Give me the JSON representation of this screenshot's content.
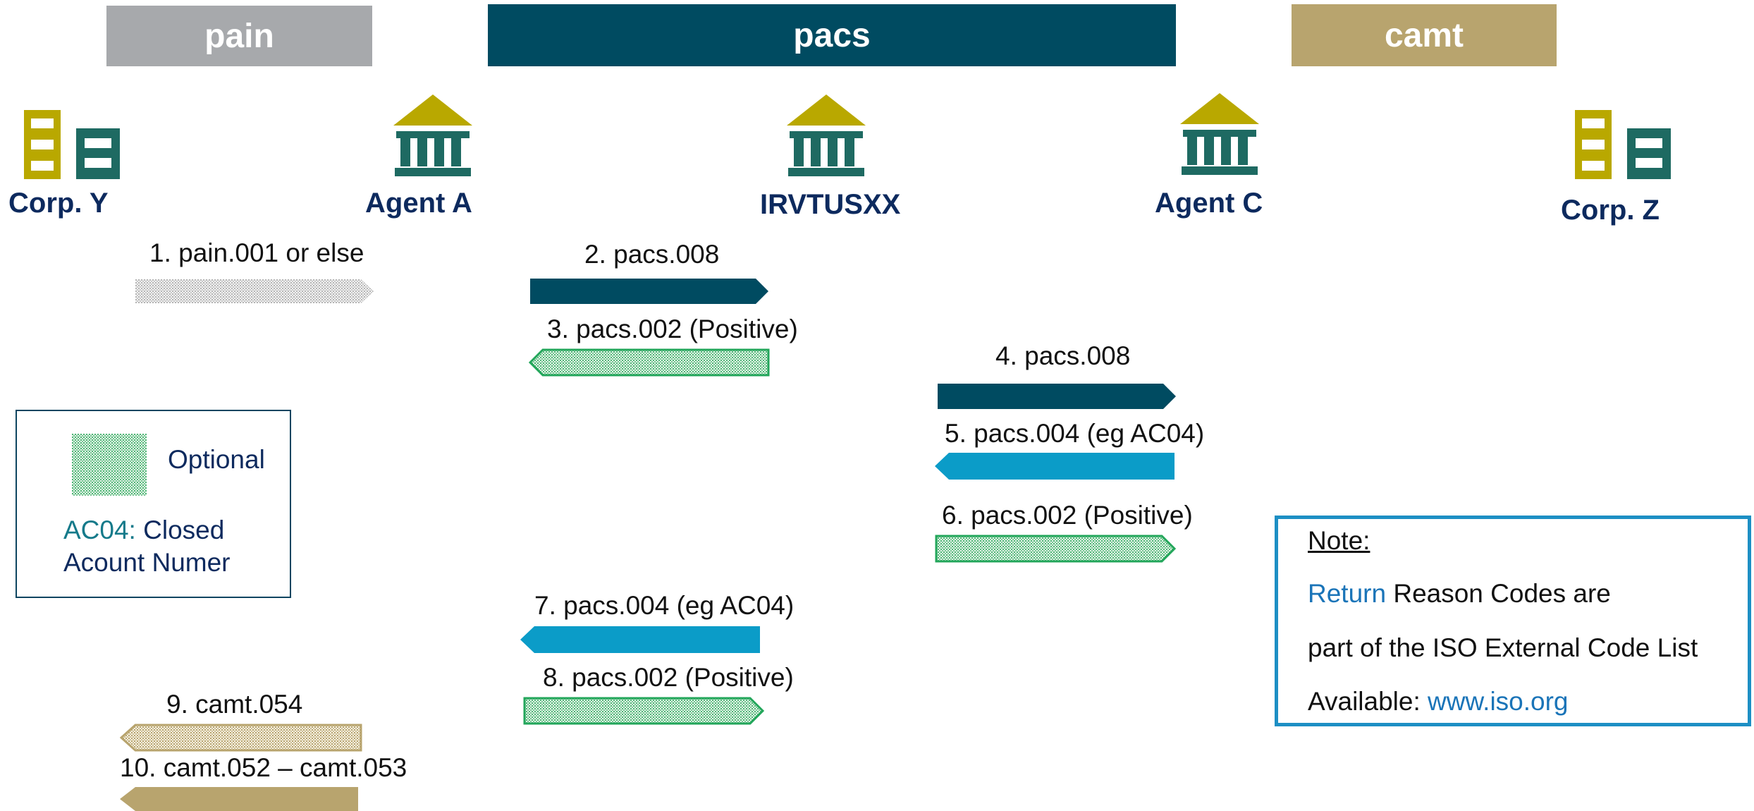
{
  "headers": {
    "pain": "pain",
    "pacs": "pacs",
    "camt": "camt"
  },
  "colors": {
    "pain_header": "#a7a9ac",
    "pacs_header": "#004b61",
    "camt_header": "#b8a46e",
    "bank_icon": "#b9a800",
    "bank_icon_base": "#1e6a62",
    "corp_icon_yellow": "#b9a800",
    "corp_icon_teal": "#1e6a62",
    "party_label": "#0d2a5e",
    "arrow_dark": "#004b61",
    "arrow_blue": "#0b9cc8",
    "arrow_camt": "#b8a46e",
    "optional_green": "#22a65a",
    "note_border": "#1d8fc4",
    "link_blue": "#1a74b8"
  },
  "parties": {
    "corp_y": "Corp.  Y",
    "agent_a": "Agent   A",
    "irvtusxx": "IRVTUSXX",
    "agent_c": "Agent   C",
    "corp_z": "Corp.  Z"
  },
  "steps": {
    "s1": "1. pain.001 or else",
    "s2": "2. pacs.008",
    "s3": "3. pacs.002 (Positive)",
    "s4": "4. pacs.008",
    "s5": "5. pacs.004 (eg AC04)",
    "s6": "6. pacs.002 (Positive)",
    "s7": "7. pacs.004 (eg AC04)",
    "s8": "8. pacs.002 (Positive)",
    "s9": "9. camt.054",
    "s10": "10. camt.052 – camt.053"
  },
  "legend": {
    "optional": "Optional",
    "code": "AC04:",
    "code_desc_1": " Closed",
    "code_desc_2": "Acount Numer"
  },
  "note": {
    "title": "Note:",
    "line1_highlight": "Return",
    "line1_rest": " Reason Codes are",
    "line2": "part of the ISO External Code List",
    "line3_prefix": "Available: ",
    "line3_link": "www.iso.org"
  }
}
